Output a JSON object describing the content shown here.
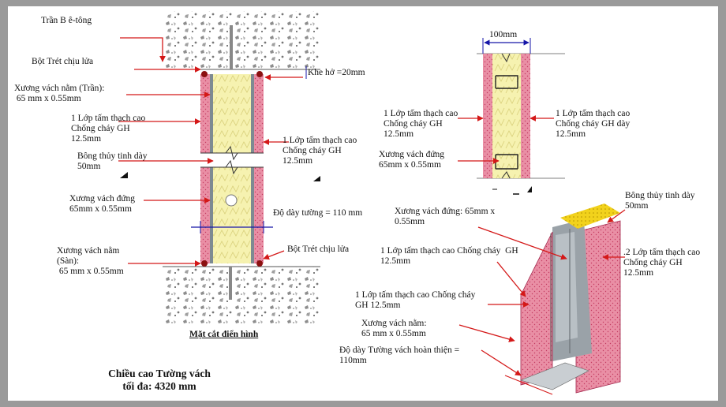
{
  "labels": {
    "ceiling": "Trần B ê-tông",
    "fire_plaster_top": "Bột Trét chịu lửa",
    "track_top": "Xương vách nằm (Trần):\n 65 mm x 0.55mm",
    "gap": "Khe hở =20mm",
    "board_left": "1 Lớp tấm thạch cao\nChống cháy GH\n12.5mm",
    "wool_left": "Bông thủy tinh dày\n50mm",
    "board_right": "1 Lớp tấm thạch cao\nChống cháy GH\n12.5mm",
    "stud_left": "Xương vách đứng\n65mm x 0.55mm",
    "wall_thickness": "Độ dày tường = 110 mm",
    "fire_plaster_bottom": "Bột Trét chịu lửa",
    "track_floor": "Xương vách nằm\n(Sàn):\n 65 mm x 0.55mm",
    "section_caption": "Mặt cắt điển hình",
    "max_height": "Chiều cao Tường vách\ntối đa: 4320 mm",
    "plan_width": "100mm",
    "plan_board_left": "1 Lớp tấm thạch cao\nChống cháy GH\n12.5mm",
    "plan_stud": "Xương vách đứng\n65mm x 0.55mm",
    "plan_board_right": "1 Lớp tấm thạch cao\nChống cháy GH dày\n12.5mm",
    "iso_wool": "Bông thủy tinh dày\n50mm",
    "iso_stud": "Xương vách đứng: 65mm x\n0.55mm",
    "iso_board_one": "1 Lớp tấm thạch cao Chống cháy  GH\n12.5mm",
    "iso_board_two": ".2 Lớp tấm thạch cao\nChống cháy GH\n12.5mm",
    "iso_board_three": "1 Lớp tấm thạch cao Chống cháy\nGH 12.5mm",
    "iso_track": "Xương vách nằm:\n65 mm x 0.55mm",
    "iso_finished": "Độ dày Tường vách hoàn thiện =\n110mm"
  },
  "colors": {
    "board": "#e98fa5",
    "board_dots": "#c43c62",
    "insulation": "#f6f2b0",
    "insulation_yellow": "#f2d21c",
    "arrow": "#d41818",
    "dimension": "#1616a8",
    "stud": "#8a8f95",
    "concrete": "#cfcfcf"
  }
}
